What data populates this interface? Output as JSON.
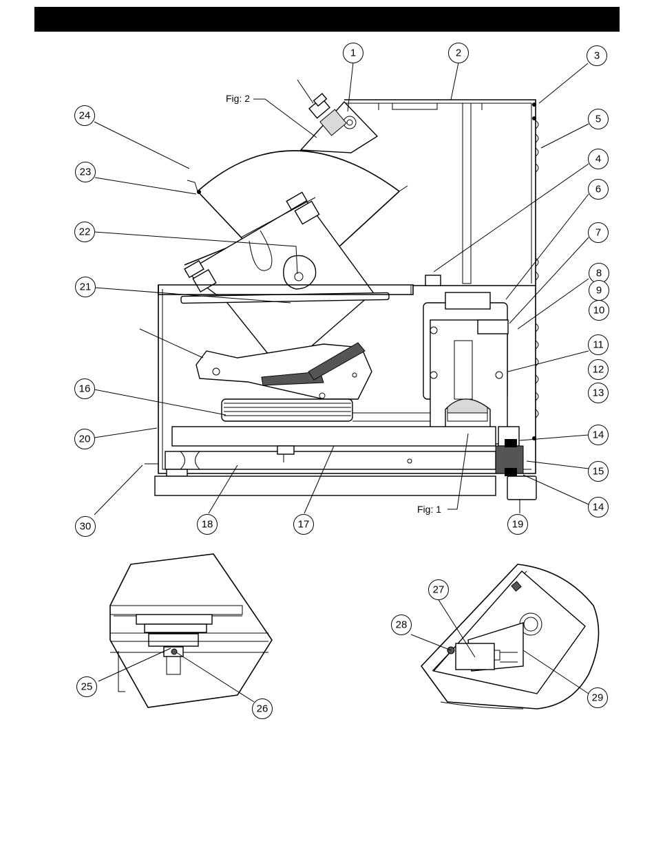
{
  "figure_labels": {
    "fig1": "Fig: 1",
    "fig2": "Fig: 2"
  },
  "callouts": [
    "1",
    "2",
    "3",
    "5",
    "4",
    "24",
    "23",
    "6",
    "22",
    "7",
    "8",
    "9",
    "10",
    "21",
    "11",
    "12",
    "13",
    "16",
    "14",
    "20",
    "15",
    "14",
    "30",
    "18",
    "17",
    "19",
    "27",
    "28",
    "25",
    "26",
    "29"
  ]
}
